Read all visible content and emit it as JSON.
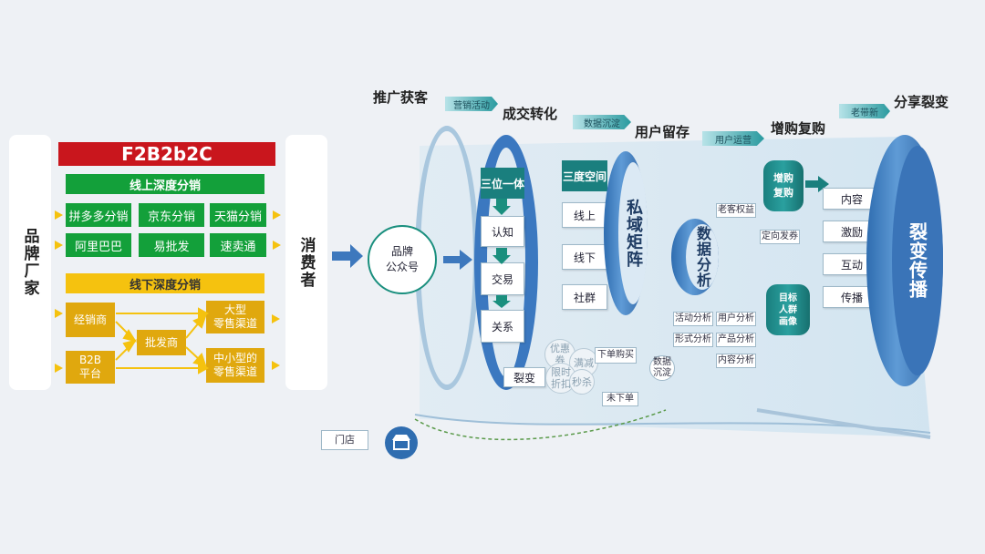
{
  "left": {
    "brand_label": "品牌厂家",
    "consumer_label": "消费者",
    "model_title": "F2B2b2C",
    "online": {
      "title": "线上深度分销",
      "items": [
        "拼多多分销",
        "京东分销",
        "天猫分销",
        "阿里巴巴",
        "易批发",
        "速卖通"
      ]
    },
    "offline": {
      "title": "线下深度分销",
      "distributor": "经销商",
      "b2b": "B2B\n平台",
      "wholesaler": "批发商",
      "large_retail": "大型\n零售渠道",
      "small_retail": "中小型的\n零售渠道"
    }
  },
  "right": {
    "stages": [
      "推广获客",
      "成交转化",
      "用户留存",
      "增购复购",
      "分享裂变"
    ],
    "stage_tags": [
      "营销活动",
      "数据沉淀",
      "用户运营",
      "老带新"
    ],
    "brand_account": "品牌\n公众号",
    "trinity": {
      "title": "三位一体",
      "items": [
        "认知",
        "交易",
        "关系"
      ]
    },
    "fission": "裂变",
    "three_space": {
      "title": "三度空间",
      "items": [
        "线上",
        "线下",
        "社群"
      ]
    },
    "private_matrix": "私域矩阵",
    "data_analysis": "数据分析",
    "coupon_circles": [
      "优惠券",
      "满减",
      "限时\n折扣",
      "秒杀"
    ],
    "order_labels": [
      "下单购买",
      "未下单",
      "数据\n沉淀"
    ],
    "tags_top": [
      "老客权益",
      "定向发券"
    ],
    "analysis_tags": [
      "活动分析",
      "用户分析",
      "形式分析",
      "产品分析",
      "内容分析"
    ],
    "repurchase": "增购\n复购",
    "target_portrait": "目标\n人群\n画像",
    "share_items": [
      "内容",
      "激励",
      "互动",
      "传播"
    ],
    "fission_spread": "裂变传播",
    "store": "门店"
  }
}
